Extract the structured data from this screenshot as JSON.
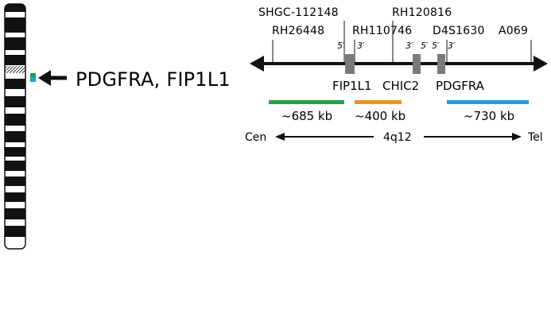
{
  "callout_label": "PDGFRA, FIP1L1",
  "markers": [
    {
      "text": "SHGC-112148"
    },
    {
      "text": "RH120816"
    },
    {
      "text": "RH26448"
    },
    {
      "text": "RH110746"
    },
    {
      "text": "D4S1630"
    },
    {
      "text": "A069"
    }
  ],
  "genes": [
    {
      "name": "FIP1L1",
      "left_prime": "5′",
      "right_prime": "3′"
    },
    {
      "name": "CHIC2",
      "left_prime": "3′",
      "right_prime": "5′"
    },
    {
      "name": "PDGFRA",
      "left_prime": "5′",
      "right_prime": "3′"
    }
  ],
  "probes": [
    {
      "size": "~685 kb",
      "color": "#22a14a"
    },
    {
      "size": "~400 kb",
      "color": "#f0931c"
    },
    {
      "size": "~730 kb",
      "color": "#1f9ee0"
    }
  ],
  "axis": {
    "left": "Cen",
    "center": "4q12",
    "right": "Tel"
  }
}
